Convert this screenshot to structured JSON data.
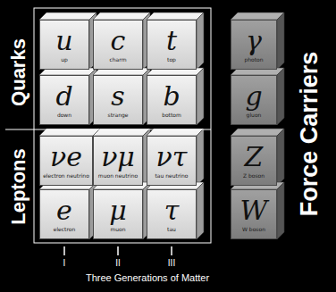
{
  "diagram": {
    "nodes": [
      {
        "text": [
          "u",
          "up"
        ]
      },
      {
        "text": [
          "c",
          "charm"
        ]
      },
      {
        "text": [
          "t",
          "top"
        ]
      },
      {
        "text": [
          "γ",
          "photon"
        ]
      },
      {
        "text": [
          "d",
          "down"
        ]
      },
      {
        "text": [
          "s",
          "strange"
        ]
      },
      {
        "text": [
          "b",
          "bottom"
        ]
      },
      {
        "text": [
          "g",
          "gluon"
        ]
      },
      {
        "text": [
          "νe",
          "electron neutrino"
        ]
      },
      {
        "text": [
          "νμ",
          "muon neutrino"
        ]
      },
      {
        "text": [
          "ντ",
          "tau neutrino"
        ]
      },
      {
        "text": [
          "Z",
          "Z boson"
        ]
      },
      {
        "text": [
          "e",
          "electron"
        ]
      },
      {
        "text": [
          "μ",
          "muon"
        ]
      },
      {
        "text": [
          "τ",
          "tau"
        ]
      },
      {
        "text": [
          "W",
          "W boson"
        ]
      }
    ],
    "labels": [
      "Quarks",
      "Leptons",
      "Force Carriers",
      "I",
      "II",
      "III",
      "Three Generations of Matter"
    ]
  }
}
